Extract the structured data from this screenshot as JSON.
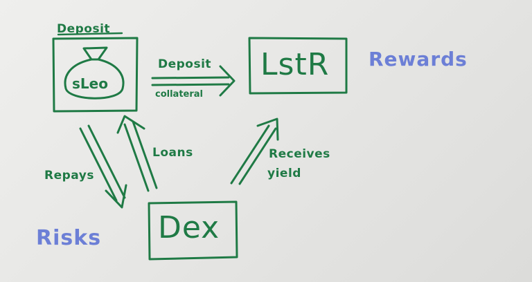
{
  "labels": {
    "deposit_title": "Deposit",
    "sleo": "sLeo",
    "arrow_deposit": "Deposit",
    "arrow_collateral": "collateral",
    "lstr": "LstR",
    "rewards": "Rewards",
    "loans": "Loans",
    "repays": "Repays",
    "receives": "Receives",
    "yield": "yield",
    "dex": "Dex",
    "risks": "Risks"
  },
  "colors": {
    "ink_green": "#1f7a45",
    "marker_blue": "#6c7fd6",
    "board": "#e9e9e7"
  }
}
